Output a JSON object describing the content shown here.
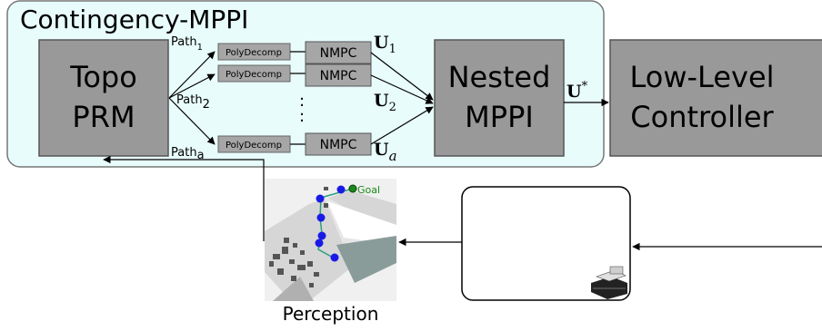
{
  "group": {
    "title": "Contingency-MPPI"
  },
  "blocks": {
    "topo_prm": {
      "line1": "Topo",
      "line2": "PRM"
    },
    "nested_mppi": {
      "line1": "Nested",
      "line2": "MPPI"
    },
    "low_level": {
      "line1": "Low-Level",
      "line2": "Controller"
    },
    "polydecomp": "PolyDecomp",
    "nmpc": "NMPC"
  },
  "paths": {
    "path1": {
      "base": "Path",
      "sub": "1"
    },
    "path2": {
      "base": "Path",
      "sub": "2"
    },
    "patha": {
      "base": "Path",
      "sub": "a"
    }
  },
  "controls": {
    "u1": {
      "base": "U",
      "sub": "1"
    },
    "u2": {
      "base": "U",
      "sub": "2"
    },
    "ua": {
      "base": "U",
      "sub": "a"
    },
    "ustar": {
      "base": "U",
      "sup": "*"
    }
  },
  "ellipsis": ":",
  "perception": {
    "label": "Perception",
    "goal_label": "Goal"
  },
  "colors": {
    "group_fill": "#e8fcfb",
    "block_gray": "#999999",
    "small_box_gray": "#a6a6a6",
    "goal_green": "#1a8a1a",
    "waypoint_blue": "#1a1ae6"
  }
}
